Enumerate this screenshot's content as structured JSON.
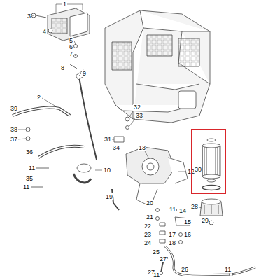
{
  "diagram": {
    "nodes": [
      {
        "text": [
          "30"
        ]
      }
    ],
    "labels": [
      "1",
      "3",
      "4",
      "5",
      "6",
      "7",
      "8",
      "9",
      "2",
      "39",
      "38",
      "37",
      "36",
      "11",
      "10",
      "35",
      "11",
      "31",
      "32",
      "33",
      "34",
      "13",
      "12",
      "19",
      "28",
      "29",
      "20",
      "21",
      "11",
      "14",
      "15",
      "16",
      "17",
      "18",
      "22",
      "23",
      "24",
      "25",
      "27",
      "27",
      "26",
      "11",
      "11"
    ]
  }
}
